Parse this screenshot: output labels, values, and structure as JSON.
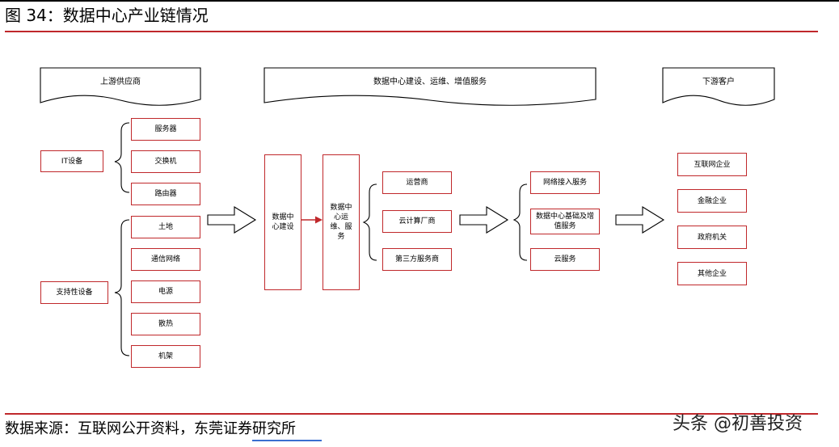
{
  "title": "图 34：数据中心产业链情况",
  "source": "数据来源：互联网公开资料，东莞证券研究所",
  "watermark": "头条 @初善投资",
  "colors": {
    "accent": "#c0282b",
    "text": "#000000"
  },
  "diagram": {
    "upstream": {
      "header": "上游供应商",
      "it": {
        "label": "IT设备",
        "items": [
          "服务器",
          "交换机",
          "路由器"
        ]
      },
      "support": {
        "label": "支持性设备",
        "items": [
          "土地",
          "通信网络",
          "电源",
          "散热",
          "机架"
        ]
      }
    },
    "midstream": {
      "header": "数据中心建设、运维、增值服务",
      "construction": "数据中心建设",
      "operation": "数据中心运维、服务",
      "operators": [
        "运营商",
        "云计算厂商",
        "第三方服务商"
      ],
      "services": [
        "网络接入服务",
        "数据中心基础及增值服务",
        "云服务"
      ]
    },
    "downstream": {
      "header": "下游客户",
      "items": [
        "互联网企业",
        "金融企业",
        "政府机关",
        "其他企业"
      ]
    }
  }
}
